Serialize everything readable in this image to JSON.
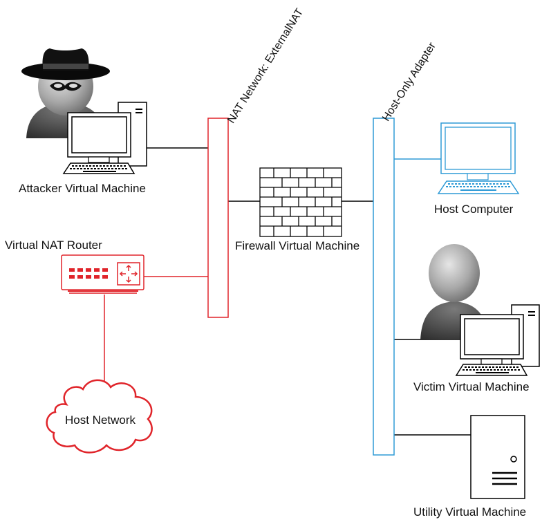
{
  "labels": {
    "nat_network": "NAT Network: ExternalNAT",
    "host_only": "Host-Only Adapter",
    "attacker": "Attacker Virtual Machine",
    "router": "Virtual NAT Router",
    "firewall": "Firewall Virtual Machine",
    "host_computer": "Host Computer",
    "victim": "Victim Virtual Machine",
    "utility": "Utility Virtual Machine",
    "host_network": "Host Network"
  },
  "colors": {
    "nat_network": "#e0242a",
    "host_only": "#2e9ad6",
    "line": "#000000",
    "person_dark": "#3c3c3c",
    "person_light": "#bdbdbd"
  },
  "icons": {
    "attacker": "hacker-with-hat-icon",
    "router": "router-icon",
    "firewall": "brick-wall-icon",
    "host_computer": "monitor-keyboard-icon",
    "victim": "user-with-computer-icon",
    "utility": "server-tower-icon",
    "host_network": "cloud-icon"
  }
}
